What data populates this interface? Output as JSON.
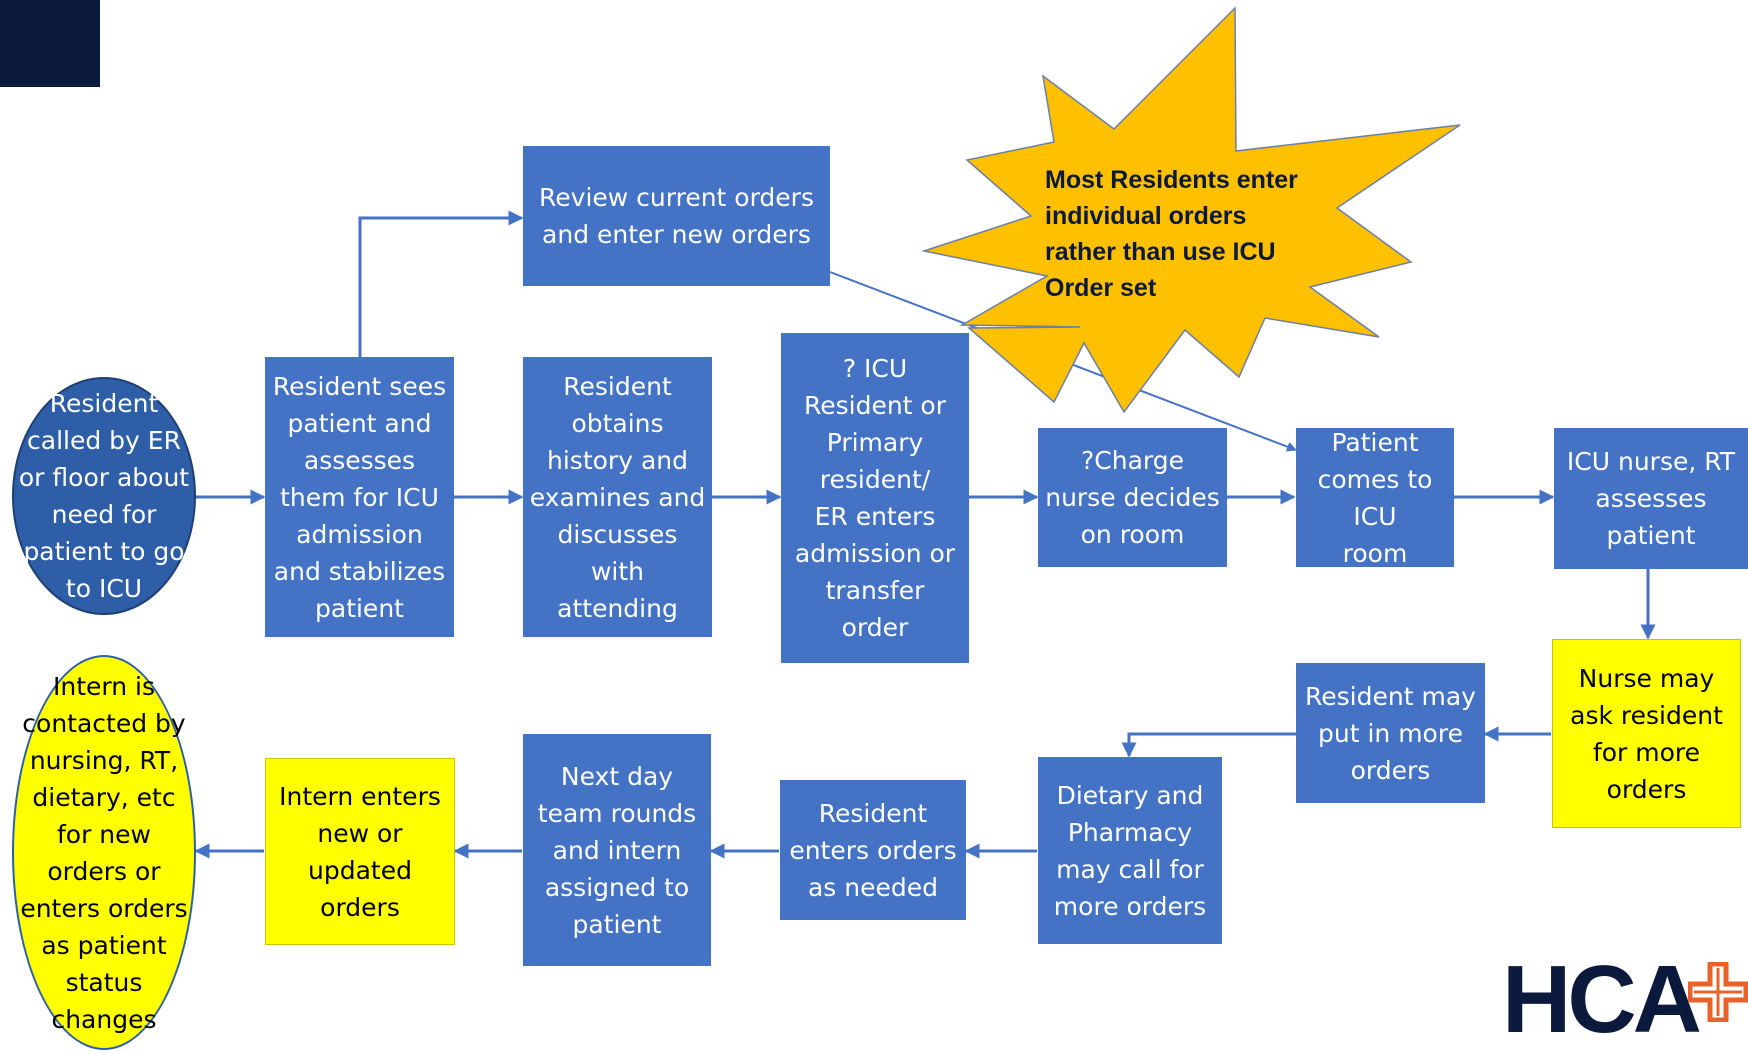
{
  "boxes": {
    "start": "Resident\ncalled by ER\nor floor about\nneed for\npatient to go\nto ICU",
    "sees": "Resident sees\npatient and\nassesses\nthem for ICU\nadmission\nand stabilizes\npatient",
    "review": "Review current orders\nand enter new orders",
    "obtains": "Resident\nobtains\nhistory and\nexamines and\ndiscusses\nwith\nattending",
    "icu_order": "? ICU\nResident or\nPrimary\nresident/\nER  enters\nadmission or\ntransfer\norder",
    "charge": "?Charge\nnurse decides\non room",
    "comes": "Patient\ncomes to ICU\nroom",
    "assesses": "ICU nurse, RT\nassesses\npatient",
    "nurse_ask": "Nurse may\nask resident\nfor more\norders",
    "put_more": "Resident may\nput in more\norders",
    "dietary": "Dietary and\nPharmacy\nmay call for\nmore orders",
    "enters_needed": "Resident\nenters orders\nas needed",
    "next_day": "Next day\nteam rounds\nand intern\nassigned to\npatient",
    "intern_enters": "Intern enters\nnew or\nupdated\norders",
    "intern_contacted": "Intern is\ncontacted by\nnursing, RT,\ndietary, etc\nfor new\norders or\nenters orders\nas patient\nstatus\nchanges"
  },
  "callout": "Most Residents enter\nindividual orders\nrather than use ICU\nOrder set",
  "logo": "HCA",
  "colors": {
    "box_blue": "#4472c4",
    "ellipse_blue": "#2e5ea8",
    "highlight_yellow": "#ffff00",
    "burst_gold": "#ffc000",
    "navy": "#0b1a3c",
    "logo_accent": "#e8622a"
  }
}
